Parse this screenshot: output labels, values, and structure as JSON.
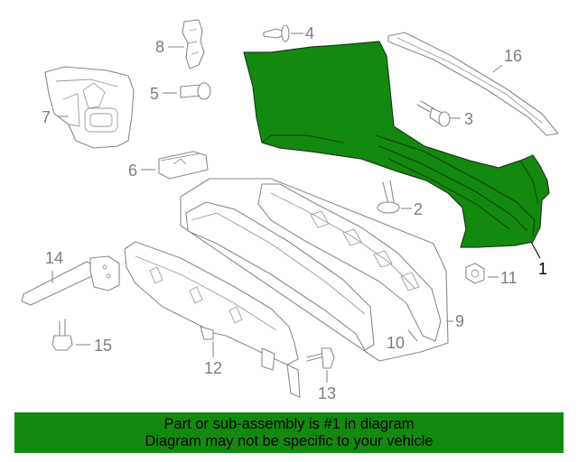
{
  "callouts": [
    "1",
    "2",
    "3",
    "4",
    "5",
    "6",
    "7",
    "8",
    "9",
    "10",
    "11",
    "12",
    "13",
    "14",
    "15",
    "16"
  ],
  "highlighted_part": "1",
  "colors": {
    "highlight": "#138a0f",
    "linework": "#8a8a8a",
    "banner": "#138a0f"
  },
  "banner": {
    "line1": "Part or sub-assembly is #1 in diagram",
    "line2": "Diagram may not be specific to your vehicle"
  }
}
